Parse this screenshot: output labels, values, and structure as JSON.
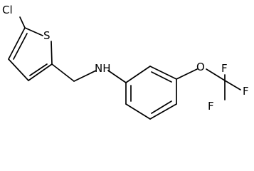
{
  "molecule": {
    "atoms": {
      "cl": "Cl",
      "s": "S",
      "nh": "NH",
      "o": "O",
      "f_top": "F",
      "f_right": "F",
      "f_bottom": "F"
    }
  },
  "colors": {
    "bond": "#000000",
    "label": "#000000",
    "background": "#ffffff"
  }
}
